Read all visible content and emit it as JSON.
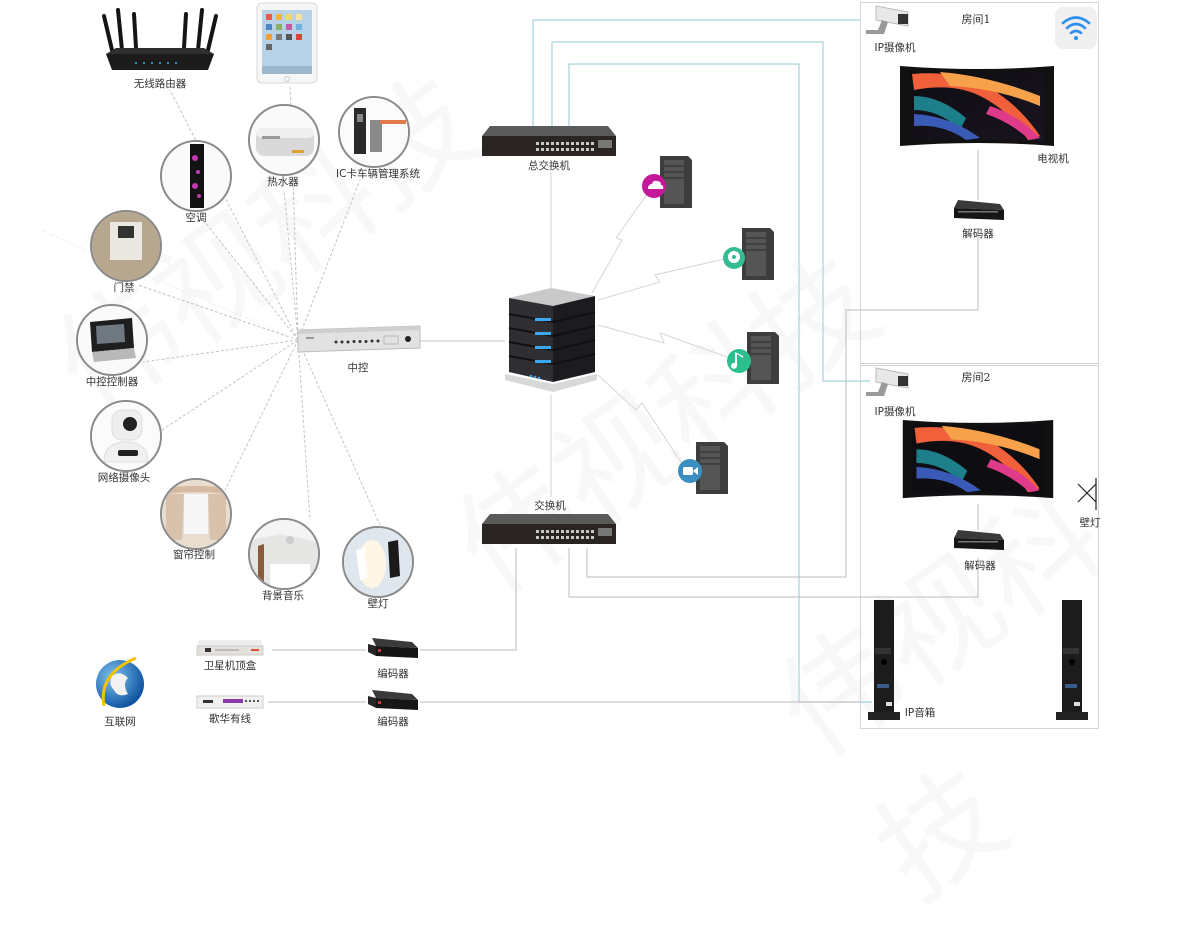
{
  "diagram": {
    "type": "smart-home-network-topology",
    "watermark": "伟视科技"
  },
  "devices": {
    "wireless_router": "无线路由器",
    "tablet": "",
    "water_heater": "热水器",
    "ic_parking": "IC卡车辆管理系统",
    "air_conditioner": "空调",
    "access_control": "门禁",
    "central_controller_panel": "中控控制器",
    "network_camera": "网络摄像头",
    "curtain_control": "窗帘控制",
    "background_music": "背景音乐",
    "wall_lamp_left": "壁灯",
    "central_control": "中控",
    "core_switch": "总交换机",
    "switch": "交换机",
    "satellite_stb": "卫星机顶盒",
    "gehua_cable": "歌华有线",
    "encoder_1": "编码器",
    "encoder_2": "编码器",
    "internet": "互联网"
  },
  "servers": [
    {
      "name": "cloud-server",
      "icon": "cloud-icon",
      "color": "#c0189a"
    },
    {
      "name": "film-server",
      "icon": "film-reel-icon",
      "color": "#2bb58f"
    },
    {
      "name": "music-server",
      "icon": "music-note-icon",
      "color": "#2bbf8e"
    },
    {
      "name": "video-server",
      "icon": "video-camera-icon",
      "color": "#3a8fc0"
    }
  ],
  "rooms": [
    {
      "title": "房间1",
      "ip_camera": "IP摄像机",
      "tv": "电视机",
      "decoder": "解码器",
      "wifi_icon": "wifi-icon"
    },
    {
      "title": "房间2",
      "ip_camera": "IP摄像机",
      "decoder": "解码器",
      "wall_lamp": "壁灯",
      "ip_speaker": "IP音箱"
    }
  ],
  "colors": {
    "wire_blue": "#a9d3dc",
    "wire_gray": "#b8b8b8",
    "spoke_dashed": "#bdbdbd",
    "room_border": "#d0d5d8"
  }
}
